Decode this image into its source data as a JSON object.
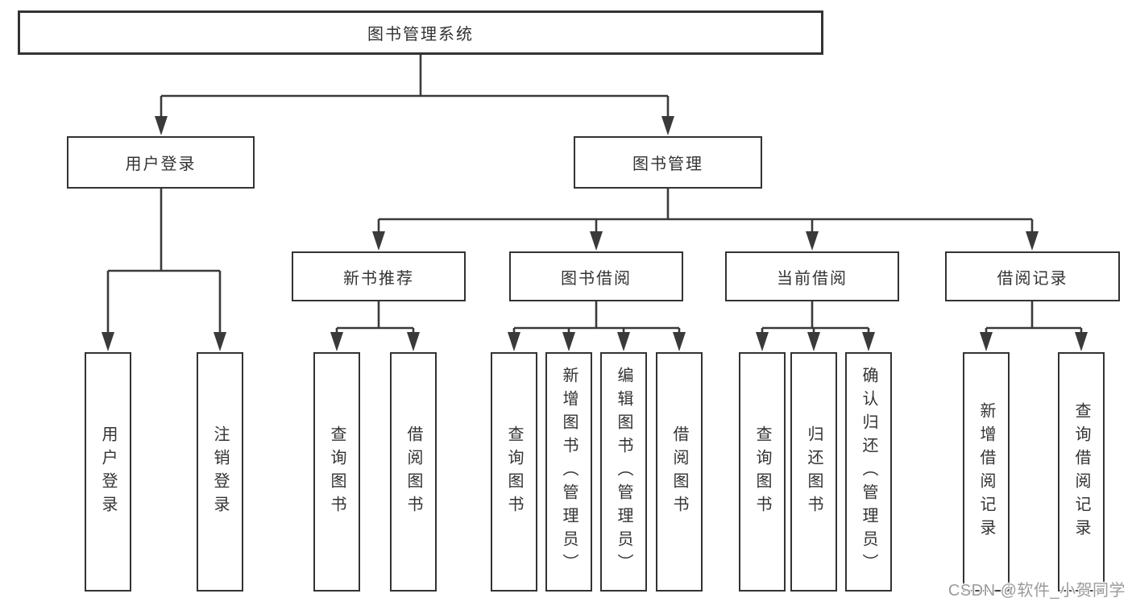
{
  "colors": {
    "line": "#3a3a3a",
    "box_border": "#333333",
    "box_fill": "#ffffff",
    "text": "#333333",
    "watermark": "#9b9b9b"
  },
  "nodes": {
    "root": "图书管理系统",
    "user_login": "用户登录",
    "book_management": "图书管理",
    "new_book_recommend": "新书推荐",
    "book_borrow": "图书借阅",
    "current_borrow": "当前借阅",
    "borrow_records": "借阅记录",
    "leaf_user_login": "用户登录",
    "leaf_logout": "注销登录",
    "leaf_nb_query_book": "查询图书",
    "leaf_nb_borrow_book": "借阅图书",
    "leaf_bb_query_book": "查询图书",
    "leaf_bb_add_book": "新增图书（管理员）",
    "leaf_bb_edit_book": "编辑图书（管理员）",
    "leaf_bb_borrow_book": "借阅图书",
    "leaf_cb_query_book": "查询图书",
    "leaf_cb_return_book": "归还图书",
    "leaf_cb_confirm_return": "确认归还（管理员）",
    "leaf_br_add_record": "新增借阅记录",
    "leaf_br_query_record": "查询借阅记录"
  },
  "watermark": "CSDN @软件_小贺同学"
}
